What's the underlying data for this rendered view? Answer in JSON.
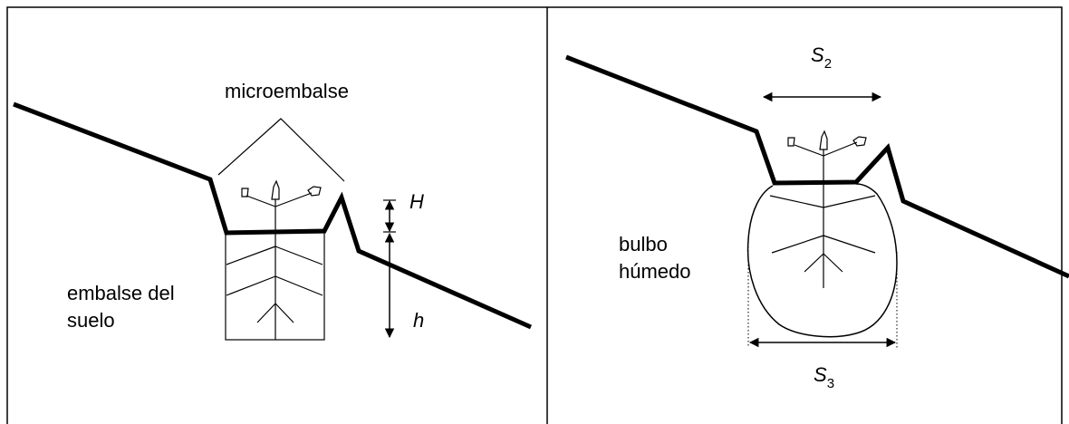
{
  "left_panel": {
    "label_microembalse": "microembalse",
    "label_embalse_line1": "embalse del",
    "label_embalse_line2": "suelo",
    "label_H": "H",
    "label_h": "h"
  },
  "right_panel": {
    "label_S2_main": "S",
    "label_S2_sub": "2",
    "label_bulbo_line1": "bulbo",
    "label_bulbo_line2": "húmedo",
    "label_S3_main": "S",
    "label_S3_sub": "3"
  },
  "colors": {
    "stroke": "#000000",
    "background": "#ffffff"
  }
}
